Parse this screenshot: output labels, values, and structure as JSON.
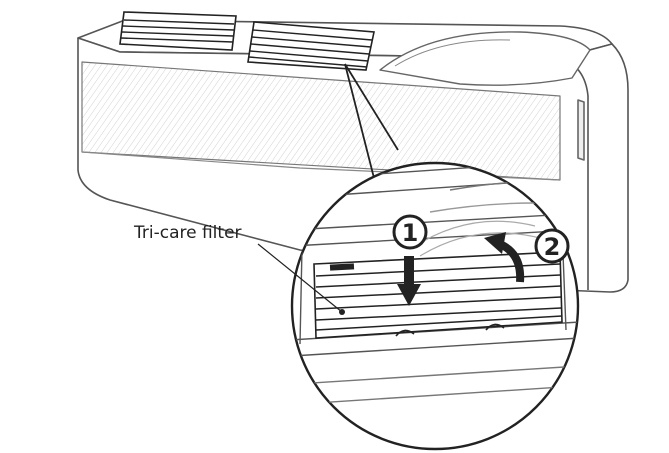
{
  "callout_label": "Tri-care filter",
  "steps": [
    {
      "number": "1",
      "action": "push-down"
    },
    {
      "number": "2",
      "action": "lift-out"
    }
  ],
  "colors": {
    "line": "#555555",
    "dark": "#222222",
    "mesh": "#cfcfcf",
    "background": "#ffffff"
  },
  "icons": {
    "step1": "down-arrow-icon",
    "step2": "curved-arrow-icon"
  }
}
